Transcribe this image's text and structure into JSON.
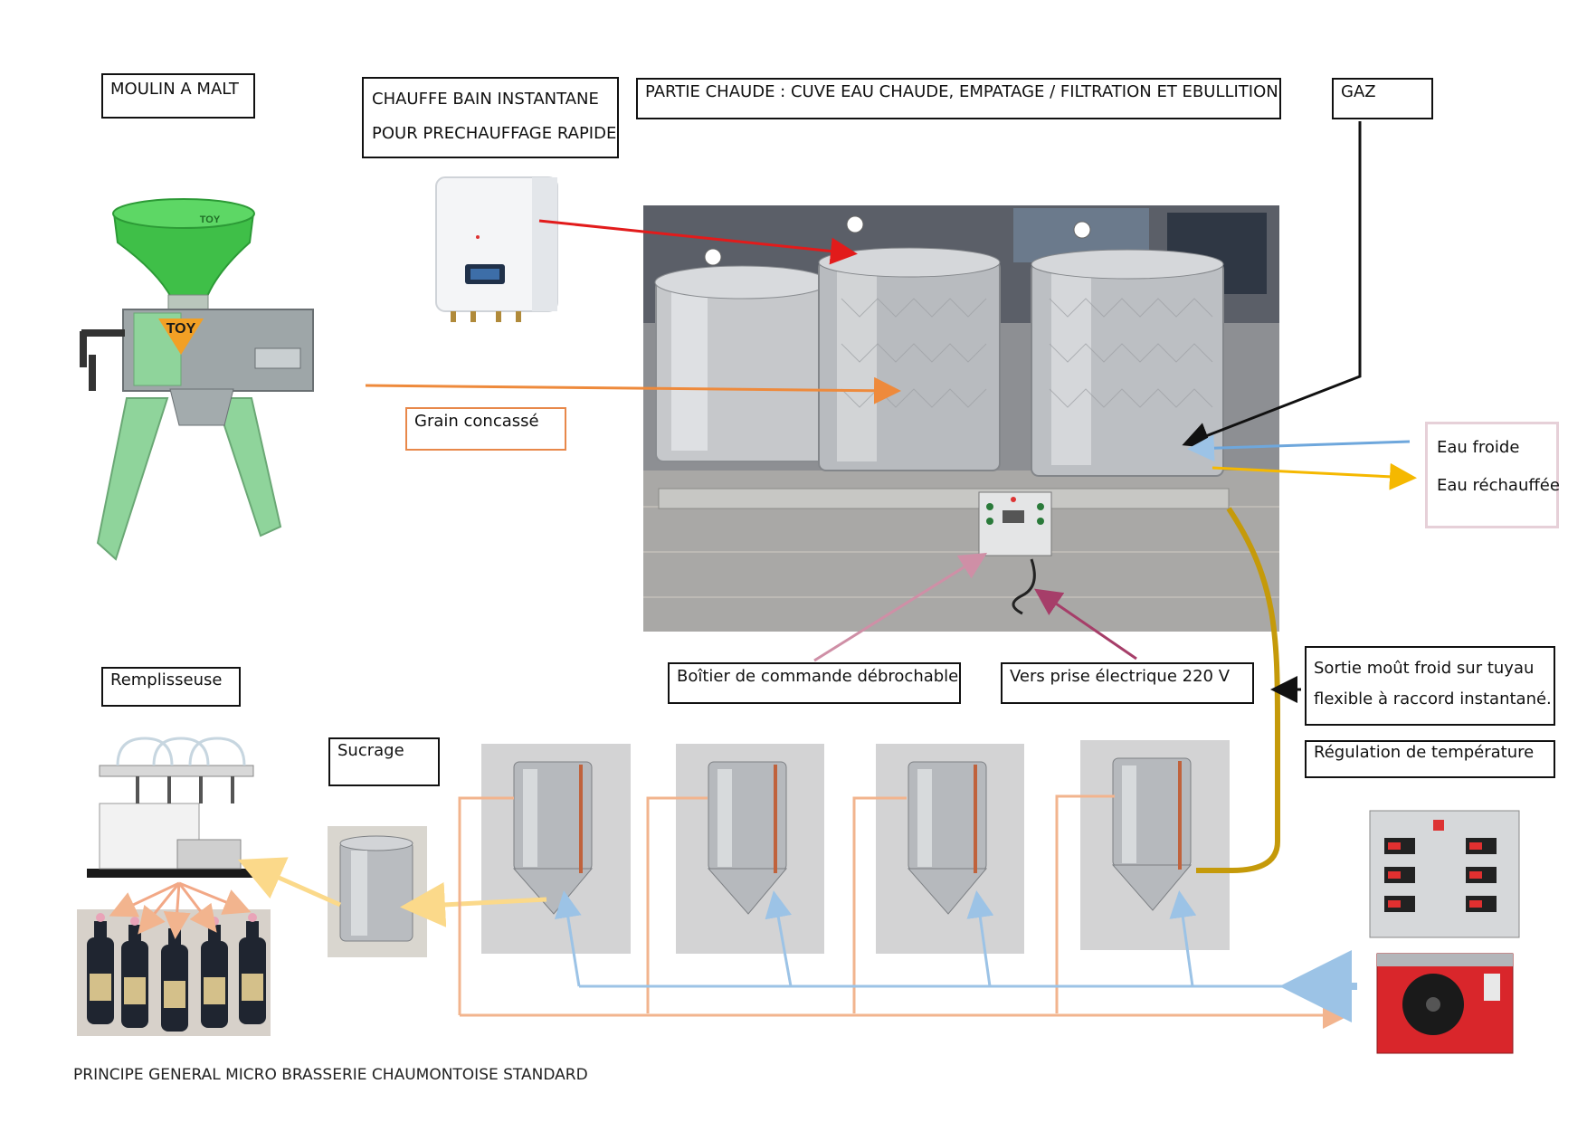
{
  "labels": {
    "moulin": "MOULIN A MALT",
    "chauffe_line1": "CHAUFFE BAIN INSTANTANE",
    "chauffe_line2": "POUR PRECHAUFFAGE RAPIDE",
    "partie_chaude": "PARTIE CHAUDE : CUVE EAU CHAUDE, EMPATAGE / FILTRATION ET EBULLITION",
    "gaz": "GAZ",
    "grain": "Grain concassé",
    "eau_froide": "Eau froide",
    "eau_rechauffee": "Eau réchauffée",
    "boitier": "Boîtier de commande débrochable",
    "prise": "Vers prise électrique 220 V",
    "sortie_line1": "Sortie moût froid sur tuyau",
    "sortie_line2": "flexible à raccord instantané.",
    "regulation": "Régulation de température",
    "remplisseuse": "Remplisseuse",
    "sucrage": "Sucrage"
  },
  "brand": {
    "mill_logo": "TOY"
  },
  "caption": "PRINCIPE  GENERAL MICRO BRASSERIE CHAUMONTOISE STANDARD",
  "colors": {
    "red_arrow": "#e21b1b",
    "orange_arrow": "#ee8a3c",
    "blue_line": "#9cc3e6",
    "yellow_arrow": "#f5b800",
    "gold_hose": "#c59a0a",
    "pink_arrow": "#cf8fa6",
    "plum_arrow": "#a63e69",
    "salmon_line": "#f2b48e",
    "mill_green": "#4fbf4f"
  }
}
